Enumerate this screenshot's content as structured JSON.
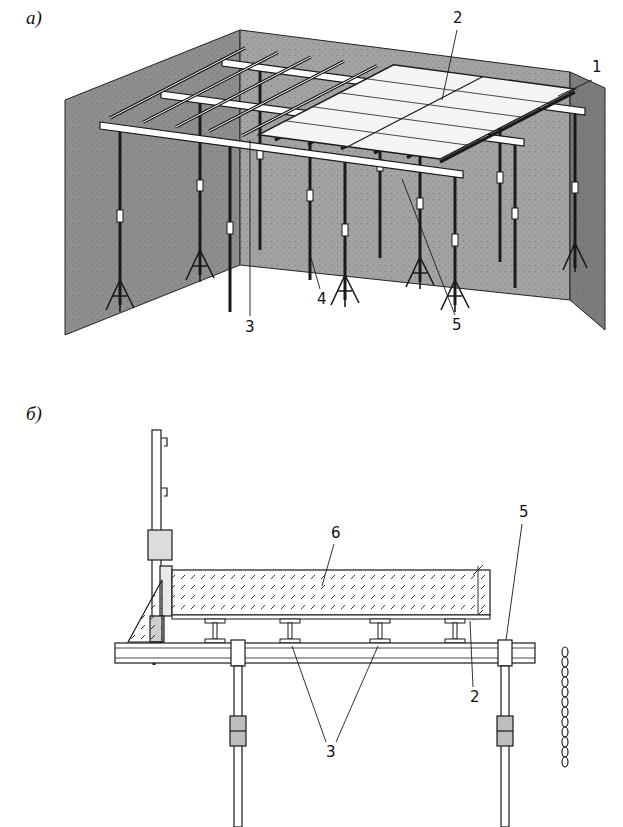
{
  "diagram": {
    "labels": [
      "а)",
      "2",
      "1",
      "3",
      "4",
      "5",
      "б)",
      "6",
      "5",
      "3",
      "2"
    ]
  }
}
